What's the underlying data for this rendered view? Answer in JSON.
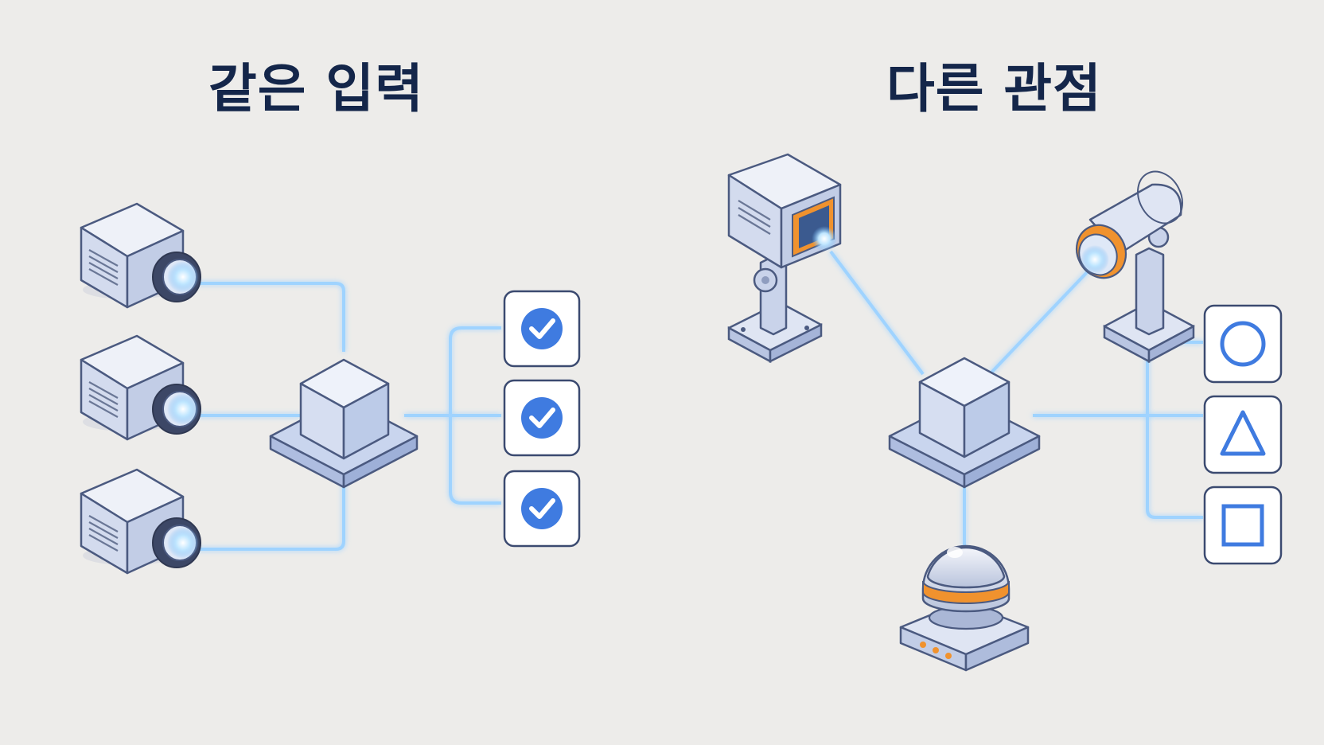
{
  "left_panel": {
    "title": "같은 입력",
    "inputs": [
      "camera",
      "camera",
      "camera"
    ],
    "outputs": [
      "check",
      "check",
      "check"
    ]
  },
  "right_panel": {
    "title": "다른 관점",
    "inputs": [
      "box-camera",
      "tube-camera",
      "dome-sensor"
    ],
    "outputs": [
      "circle",
      "triangle",
      "square"
    ]
  },
  "colors": {
    "background": "#edecea",
    "title": "#14264a",
    "device_body": "#dfe5f3",
    "device_stroke": "#4b5a80",
    "link_glow": "#9fd3ff",
    "check_blue": "#3f7be0",
    "accent_orange": "#f0922e"
  }
}
